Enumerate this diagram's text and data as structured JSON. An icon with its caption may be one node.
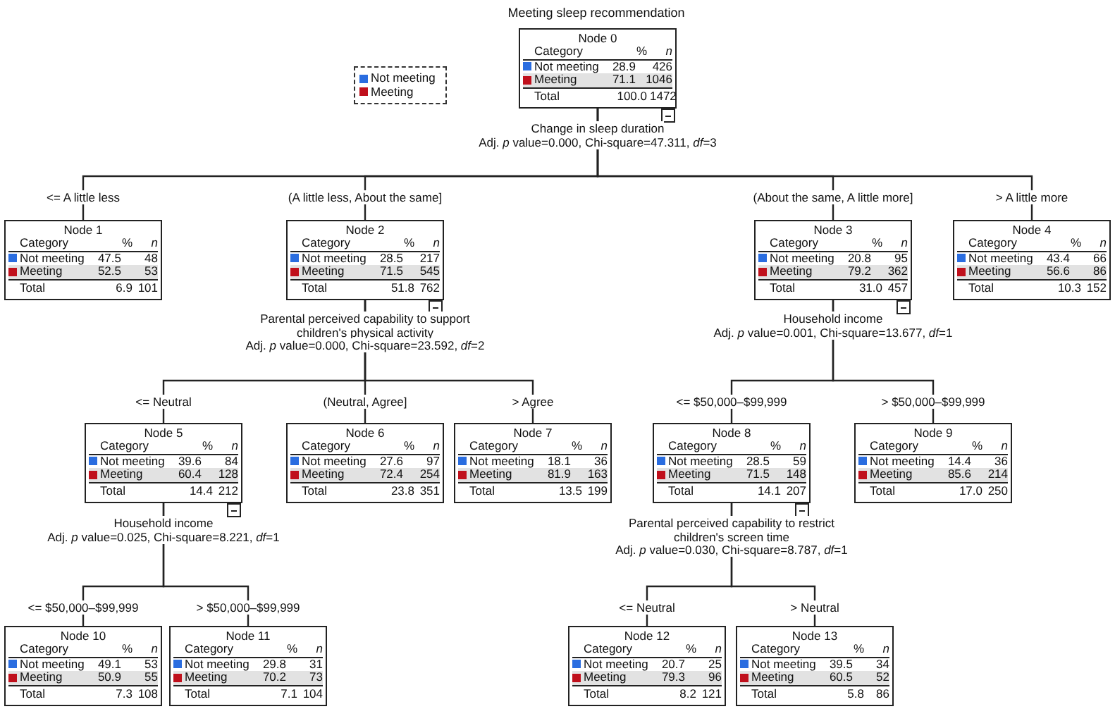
{
  "diagram": {
    "title": "Meeting sleep recommendation",
    "nodes": [
      {
        "text": [
          "Node 0",
          "Category",
          "%",
          "n",
          "Not meeting",
          "28.9",
          "426",
          "Meeting",
          "71.1",
          "1046",
          "Total",
          "100.0",
          "1472"
        ],
        "beside": [
          "Change in sleep duration",
          "Adj. *p* value=0.000, Chi-square=47.311, *df*=3"
        ]
      },
      {
        "text": [
          "Node 1",
          "Category",
          "%",
          "n",
          "Not meeting",
          "47.5",
          "48",
          "Meeting",
          "52.5",
          "53",
          "Total",
          "6.9",
          "101"
        ]
      },
      {
        "text": [
          "Node 2",
          "Category",
          "%",
          "n",
          "Not meeting",
          "28.5",
          "217",
          "Meeting",
          "71.5",
          "545",
          "Total",
          "51.8",
          "762"
        ],
        "beside": [
          "Parental perceived capability to support children's physical activity",
          "Adj. *p* value=0.000, Chi-square=23.592, *df*=2"
        ]
      },
      {
        "text": [
          "Node 3",
          "Category",
          "%",
          "n",
          "Not meeting",
          "20.8",
          "95",
          "Meeting",
          "79.2",
          "362",
          "Total",
          "31.0",
          "457"
        ],
        "beside": [
          "Household income",
          "Adj. *p* value=0.001, Chi-square=13.677, *df*=1"
        ]
      },
      {
        "text": [
          "Node 4",
          "Category",
          "%",
          "n",
          "Not meeting",
          "43.4",
          "66",
          "Meeting",
          "56.6",
          "86",
          "Total",
          "10.3",
          "152"
        ]
      },
      {
        "text": [
          "Node 5",
          "Category",
          "%",
          "n",
          "Not meeting",
          "39.6",
          "84",
          "Meeting",
          "60.4",
          "128",
          "Total",
          "14.4",
          "212"
        ],
        "beside": [
          "Household income",
          "Adj. *p* value=0.025, Chi-square=8.221, *df*=1"
        ]
      },
      {
        "text": [
          "Node 6",
          "Category",
          "%",
          "n",
          "Not meeting",
          "27.6",
          "97",
          "Meeting",
          "72.4",
          "254",
          "Total",
          "23.8",
          "351"
        ]
      },
      {
        "text": [
          "Node 7",
          "Category",
          "%",
          "n",
          "Not meeting",
          "18.1",
          "36",
          "Meeting",
          "81.9",
          "163",
          "Total",
          "13.5",
          "199"
        ]
      },
      {
        "text": [
          "Node 8",
          "Category",
          "%",
          "n",
          "Not meeting",
          "28.5",
          "59",
          "Meeting",
          "71.5",
          "148",
          "Total",
          "14.1",
          "207"
        ],
        "beside": [
          "Parental perceived capability to restrict children's screen time",
          "Adj. *p* value=0.030, Chi-square=8.787, *df*=1"
        ]
      },
      {
        "text": [
          "Node 9",
          "Category",
          "%",
          "n",
          "Not meeting",
          "14.4",
          "36",
          "Meeting",
          "85.6",
          "214",
          "Total",
          "17.0",
          "250"
        ]
      },
      {
        "text": [
          "Node 10",
          "Category",
          "%",
          "n",
          "Not meeting",
          "49.1",
          "53",
          "Meeting",
          "50.9",
          "55",
          "Total",
          "7.3",
          "108"
        ]
      },
      {
        "text": [
          "Node 11",
          "Category",
          "%",
          "n",
          "Not meeting",
          "29.8",
          "31",
          "Meeting",
          "70.2",
          "73",
          "Total",
          "7.1",
          "104"
        ]
      },
      {
        "text": [
          "Node 12",
          "Category",
          "%",
          "n",
          "Not meeting",
          "20.7",
          "25",
          "Meeting",
          "79.3",
          "96",
          "Total",
          "8.2",
          "121"
        ]
      },
      {
        "text": [
          "Node 13",
          "Category",
          "%",
          "n",
          "Not meeting",
          "39.5",
          "34",
          "Meeting",
          "60.5",
          "52",
          "Total",
          "5.8",
          "86"
        ]
      }
    ],
    "edges": [
      {
        "from": 0,
        "to": 1,
        "arrow": "none",
        "label": "<= A little less"
      },
      {
        "from": 0,
        "to": 2,
        "arrow": "none",
        "label": "(A little less, About the same]"
      },
      {
        "from": 0,
        "to": 3,
        "arrow": "none",
        "label": "(About the same, A little more]"
      },
      {
        "from": 0,
        "to": 4,
        "arrow": "none",
        "label": "> A little more"
      },
      {
        "from": 2,
        "to": 5,
        "arrow": "none",
        "label": "<= Neutral"
      },
      {
        "from": 2,
        "to": 6,
        "arrow": "none",
        "label": "(Neutral, Agree]"
      },
      {
        "from": 2,
        "to": 7,
        "arrow": "none",
        "label": "> Agree"
      },
      {
        "from": 3,
        "to": 8,
        "arrow": "none",
        "label": "<= $50,000–$99,999"
      },
      {
        "from": 3,
        "to": 9,
        "arrow": "none",
        "label": "> $50,000–$99,999"
      },
      {
        "from": 5,
        "to": 10,
        "arrow": "none",
        "label": "<= $50,000–$99,999"
      },
      {
        "from": 5,
        "to": 11,
        "arrow": "none",
        "label": "> $50,000–$99,999"
      },
      {
        "from": 8,
        "to": 12,
        "arrow": "none",
        "label": "<= Neutral"
      },
      {
        "from": 8,
        "to": 13,
        "arrow": "none",
        "label": "> Neutral"
      }
    ],
    "legend": [
      {
        "text": "Not meeting",
        "color": "#2a6de0"
      },
      {
        "text": "Meeting",
        "color": "#c0101c"
      }
    ]
  }
}
